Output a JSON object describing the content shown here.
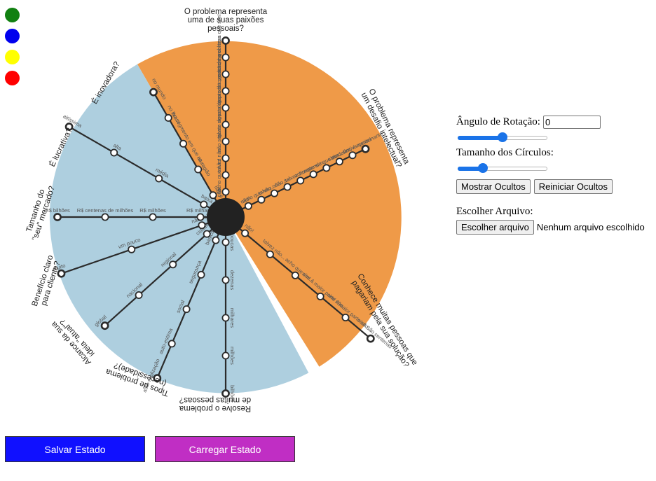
{
  "colors": {
    "dots": [
      "#118011",
      "#0000ee",
      "#ffff00",
      "#ff0000"
    ],
    "blue_region": "#aecfdf",
    "orange_region": "#ef9a48",
    "save_button": "#1010ff",
    "load_button": "#c02ec4"
  },
  "status_dots": [
    {
      "name": "green-dot",
      "color": "#118011"
    },
    {
      "name": "blue-dot",
      "color": "#0000ee"
    },
    {
      "name": "yellow-dot",
      "color": "#ffff00"
    },
    {
      "name": "red-dot",
      "color": "#ff0000"
    }
  ],
  "wheel": {
    "axes": [
      {
        "label": [
          "O problema representa",
          "uma de suas paixões",
          "pessoais?"
        ],
        "stops": [
          "tenho certeza que sim!",
          "gosto do problema",
          "gosto do produto, e gosto do problema",
          "gosto do produto, e acho que gosto do problema",
          "gosto do produto, mas não do problema",
          "talvez sim...",
          "não sei...",
          "talvez não...",
          "acho que não!",
          "não!"
        ]
      },
      {
        "label": [
          "O problema representa",
          "um desafio intelectual?"
        ],
        "stops": [
          "sim, é apaixonante",
          "sim, definitivamente!",
          "sim...",
          "entendo que sim...",
          "acho que sim...",
          "talvez sim...",
          "não sei...",
          "talvez não...",
          "acho que não...",
          "não!"
        ]
      },
      {
        "label": [
          "Conhece muitas pessoas que",
          "pagariam pela sua solução?"
        ],
        "stops": [
          "sim! São centenas",
          "sim! A maior parte são contatos diretos",
          "sim! A maior parte são contatos indiretos",
          "acho que sim...",
          "talvez não...",
          "não!"
        ]
      },
      {
        "label": [
          "Resolve o problema",
          "de muitas pessoas?"
        ],
        "stops": [
          "bilhões",
          "milhões",
          "milhares",
          "dezenas",
          "poucas"
        ]
      },
      {
        "label": [
          "Tipos de problema",
          "(necessidade)?"
        ],
        "stops": [
          "auto-realização",
          "auto-estima",
          "social",
          "segurança",
          "básica"
        ]
      },
      {
        "label": [
          "Alcance da sua",
          "ideia \"atual\"?"
        ],
        "stops": [
          "global",
          "nacional",
          "regional",
          "cidade"
        ]
      },
      {
        "label": [
          "Benefício claro",
          "para cliente?"
        ],
        "stops": [
          "muito",
          "um pouco",
          "não sei"
        ]
      },
      {
        "label": [
          "Tamanho do",
          "\"seu\" mercado?"
        ],
        "stops": [
          "R$ bilhões",
          "R$ centenas de milhões",
          "R$ milhões",
          "R$ milhares"
        ]
      },
      {
        "label": [
          "É lucrativa?"
        ],
        "stops": [
          "altíssima",
          "alta",
          "média",
          "baixa"
        ]
      },
      {
        "label": [
          "É inovadora?"
        ],
        "stops": [
          "no mundo",
          "no Brasil",
          "no segmento em que atuo",
          "na região",
          "não é"
        ]
      }
    ]
  },
  "controls": {
    "rotation_label": "Ângulo de Rotação:",
    "rotation_value": "0",
    "rotation_slider_fraction": 0.5,
    "circle_size_label": "Tamanho dos Círculos:",
    "circle_size_slider_fraction": 0.28,
    "show_hidden_button": "Mostrar Ocultos",
    "reset_hidden_button": "Reiniciar Ocultos",
    "choose_file_label": "Escolher Arquivo:",
    "choose_file_button": "Escolher arquivo",
    "no_file_text": "Nenhum arquivo escolhido"
  },
  "buttons": {
    "save": "Salvar Estado",
    "load": "Carregar Estado"
  }
}
